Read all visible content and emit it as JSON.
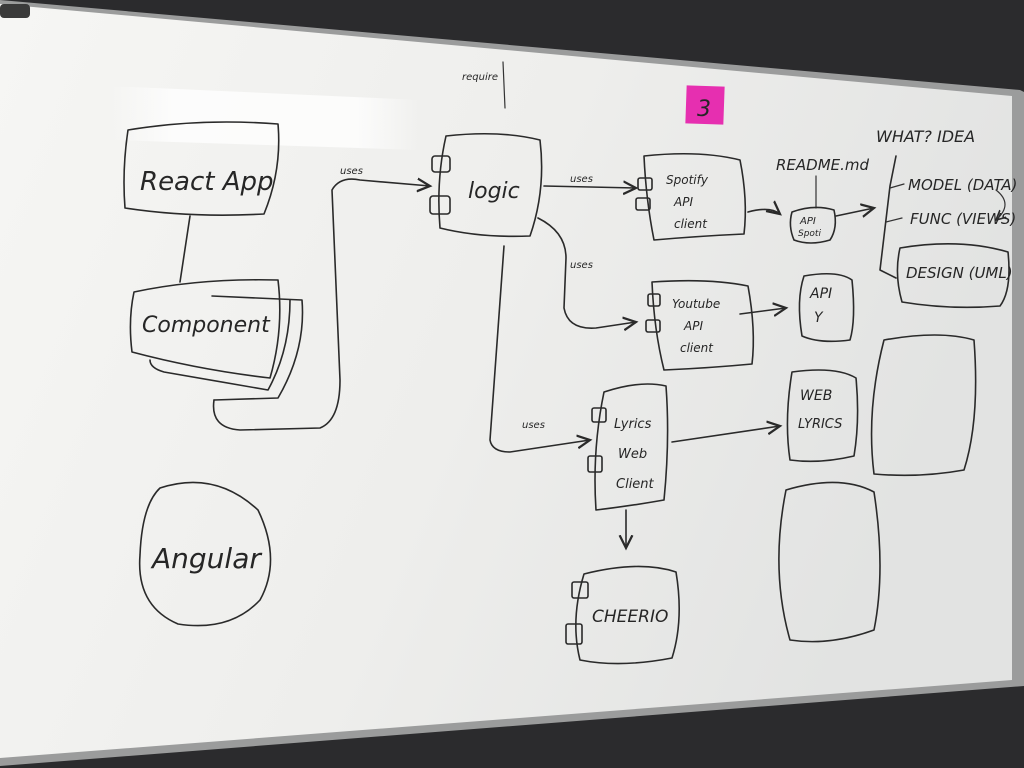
{
  "board": {
    "sticky_note": "3",
    "annotations": {
      "require": "require",
      "uses_1": "uses",
      "uses_2": "uses",
      "uses_3": "uses",
      "uses_4": "uses"
    },
    "nodes": {
      "react_app": "React App",
      "component": "Component",
      "angular": "Angular",
      "logic": "logic",
      "spotify_line1": "Spotify",
      "spotify_line2": "API",
      "spotify_line3": "client",
      "youtube_line1": "Youtube",
      "youtube_line2": "API",
      "youtube_line3": "client",
      "lyrics_line1": "Lyrics",
      "lyrics_line2": "Web",
      "lyrics_line3": "Client",
      "cheerio": "CHEERIO",
      "readme": "README.md",
      "api_spotify_line1": "API",
      "api_spotify_line2": "Spoti",
      "api_youtube_line1": "API",
      "api_youtube_line2": "Y",
      "web_lyrics_line1": "WEB",
      "web_lyrics_line2": "LYRICS"
    },
    "idea_list": {
      "title": "WHAT? IDEA",
      "items": [
        "MODEL (DATA)",
        "FUNC (VIEWS)",
        "DESIGN (UML)"
      ]
    },
    "colors": {
      "board": "#f1f1ee",
      "ink": "#262626",
      "sticky": "#e62fb0",
      "wall": "#2b2b2d"
    }
  }
}
